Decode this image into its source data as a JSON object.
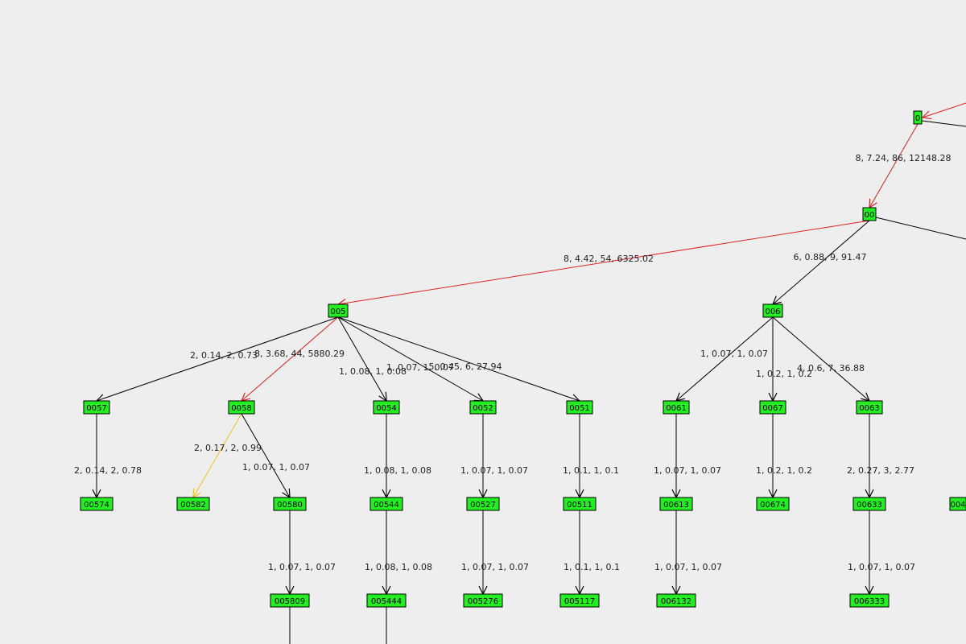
{
  "colors": {
    "background": "#eeeeee",
    "node_fill": "#22ee22",
    "edge_default": "#000000",
    "edge_critical": "#dd2222",
    "edge_warning": "#f0c020"
  },
  "nodes": [
    {
      "id": "n0",
      "label": "0"
    },
    {
      "id": "n00",
      "label": "00"
    },
    {
      "id": "n005",
      "label": "005"
    },
    {
      "id": "n006",
      "label": "006"
    },
    {
      "id": "n0057",
      "label": "0057"
    },
    {
      "id": "n0058",
      "label": "0058"
    },
    {
      "id": "n0054",
      "label": "0054"
    },
    {
      "id": "n0052",
      "label": "0052"
    },
    {
      "id": "n0051",
      "label": "0051"
    },
    {
      "id": "n0061",
      "label": "0061"
    },
    {
      "id": "n0067",
      "label": "0067"
    },
    {
      "id": "n0063",
      "label": "0063"
    },
    {
      "id": "n00574",
      "label": "00574"
    },
    {
      "id": "n00582",
      "label": "00582"
    },
    {
      "id": "n00580",
      "label": "00580"
    },
    {
      "id": "n00544",
      "label": "00544"
    },
    {
      "id": "n00527",
      "label": "00527"
    },
    {
      "id": "n00511",
      "label": "00511"
    },
    {
      "id": "n00613",
      "label": "00613"
    },
    {
      "id": "n00674",
      "label": "00674"
    },
    {
      "id": "n00633",
      "label": "00633"
    },
    {
      "id": "n004x",
      "label": "004"
    },
    {
      "id": "n005809",
      "label": "005809"
    },
    {
      "id": "n005444",
      "label": "005444"
    },
    {
      "id": "n005276",
      "label": "005276"
    },
    {
      "id": "n005117",
      "label": "005117"
    },
    {
      "id": "n006132",
      "label": "006132"
    },
    {
      "id": "n006333",
      "label": "006333"
    }
  ],
  "edges": [
    {
      "from": "n0",
      "to": "n00",
      "label": "8, 7.24, 86, 12148.28",
      "style": "critical"
    },
    {
      "from": "n00",
      "to": "n005",
      "label": "8, 4.42, 54, 6325.02",
      "style": "critical"
    },
    {
      "from": "n00",
      "to": "n006",
      "label": "6, 0.88, 9, 91.47",
      "style": "default"
    },
    {
      "from": "n005",
      "to": "n0057",
      "label": "2, 0.14, 2, 0.73",
      "style": "default"
    },
    {
      "from": "n005",
      "to": "n0058",
      "label": "8, 3.68, 44, 5880.29",
      "style": "critical"
    },
    {
      "from": "n005",
      "to": "n0054",
      "label": "1, 0.08, 1, 0.08",
      "style": "default"
    },
    {
      "from": "n005",
      "to": "n0052",
      "label": "1, 0.07, 1, 0.07",
      "style": "default"
    },
    {
      "from": "n005",
      "to": "n0051",
      "label": "5, 0.45, 6, 27.94",
      "style": "default"
    },
    {
      "from": "n006",
      "to": "n0061",
      "label": "1, 0.07, 1, 0.07",
      "style": "default"
    },
    {
      "from": "n006",
      "to": "n0067",
      "label": "1, 0.2, 1, 0.2",
      "style": "default"
    },
    {
      "from": "n006",
      "to": "n0063",
      "label": "4, 0.6, 7, 36.88",
      "style": "default"
    },
    {
      "from": "n0057",
      "to": "n00574",
      "label": "2, 0.14, 2, 0.78",
      "style": "default"
    },
    {
      "from": "n0058",
      "to": "n00582",
      "label": "2, 0.17, 2, 0.99",
      "style": "warning"
    },
    {
      "from": "n0058",
      "to": "n00580",
      "label": "1, 0.07, 1, 0.07",
      "style": "default"
    },
    {
      "from": "n0054",
      "to": "n00544",
      "label": "1, 0.08, 1, 0.08",
      "style": "default"
    },
    {
      "from": "n0052",
      "to": "n00527",
      "label": "1, 0.07, 1, 0.07",
      "style": "default"
    },
    {
      "from": "n0051",
      "to": "n00511",
      "label": "1, 0.1, 1, 0.1",
      "style": "default"
    },
    {
      "from": "n0061",
      "to": "n00613",
      "label": "1, 0.07, 1, 0.07",
      "style": "default"
    },
    {
      "from": "n0067",
      "to": "n00674",
      "label": "1, 0.2, 1, 0.2",
      "style": "default"
    },
    {
      "from": "n0063",
      "to": "n00633",
      "label": "2, 0.27, 3, 2.77",
      "style": "default"
    },
    {
      "from": "n00580",
      "to": "n005809",
      "label": "1, 0.07, 1, 0.07",
      "style": "default"
    },
    {
      "from": "n00544",
      "to": "n005444",
      "label": "1, 0.08, 1, 0.08",
      "style": "default"
    },
    {
      "from": "n00527",
      "to": "n005276",
      "label": "1, 0.07, 1, 0.07",
      "style": "default"
    },
    {
      "from": "n00511",
      "to": "n005117",
      "label": "1, 0.1, 1, 0.1",
      "style": "default"
    },
    {
      "from": "n00613",
      "to": "n006132",
      "label": "1, 0.07, 1, 0.07",
      "style": "default"
    },
    {
      "from": "n00633",
      "to": "n006333",
      "label": "1, 0.07, 1, 0.07",
      "style": "default"
    }
  ]
}
